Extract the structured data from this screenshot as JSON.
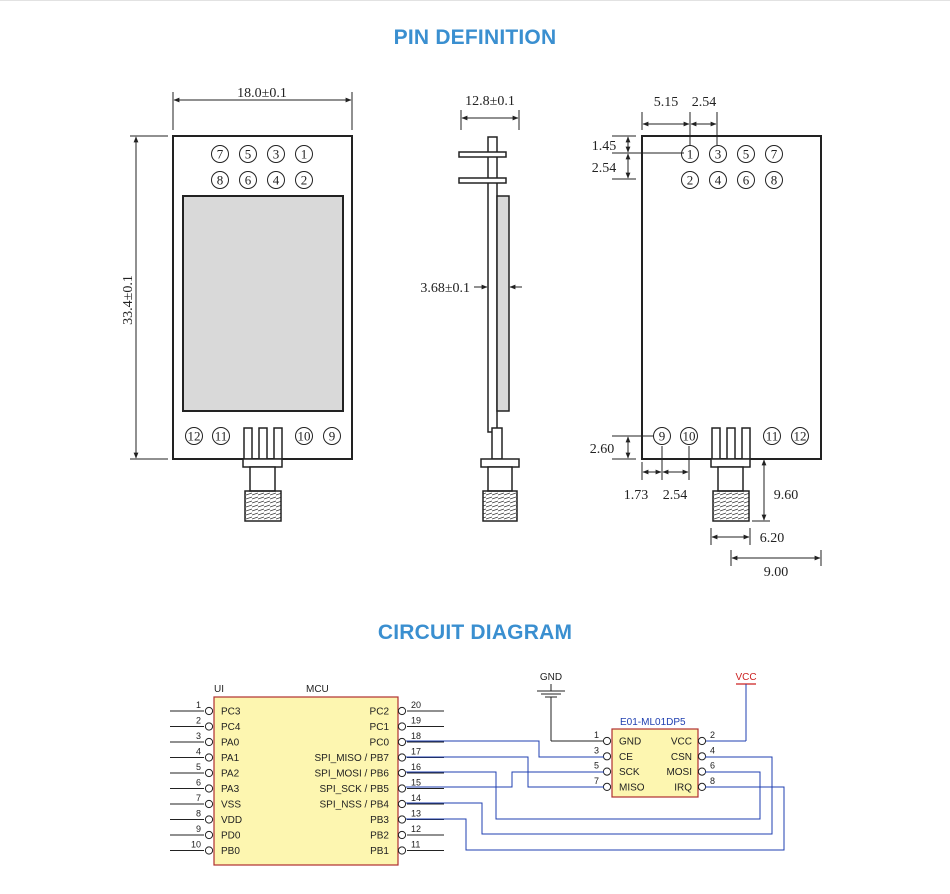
{
  "sections": {
    "pin_title": "PIN DEFINITION",
    "circuit_title": "CIRCUIT DIAGRAM"
  },
  "colors": {
    "heading": "#3a8fd0",
    "wire": "#1f3fb0",
    "chip_fill": "#fdf6b0",
    "chip_border": "#b03030",
    "vcc": "#cc2222",
    "module_label": "#1f3fb0"
  },
  "pin_definition": {
    "front": {
      "width_dim": "18.0±0.1",
      "height_dim": "33.4±0.1",
      "pins_row1": [
        "7",
        "5",
        "3",
        "1"
      ],
      "pins_row2": [
        "8",
        "6",
        "4",
        "2"
      ],
      "pins_bottom_left": [
        "12",
        "11"
      ],
      "pins_bottom_right": [
        "10",
        "9"
      ]
    },
    "side": {
      "width_dim": "12.8±0.1",
      "thickness_dim": "3.68±0.1"
    },
    "back": {
      "pitch_a": "5.15",
      "pitch_b": "2.54",
      "top_a": "1.45",
      "top_b": "2.54",
      "bottom_a": "2.60",
      "bottom_b": "1.73",
      "bottom_c": "2.54",
      "ant_height": "9.60",
      "ant_offset": "6.20",
      "ant_width": "9.00",
      "pins_row1": [
        "1",
        "3",
        "5",
        "7"
      ],
      "pins_row2": [
        "2",
        "4",
        "6",
        "8"
      ],
      "pins_bottom_left": [
        "9",
        "10"
      ],
      "pins_bottom_right": [
        "11",
        "12"
      ]
    }
  },
  "circuit": {
    "ui_label": "UI",
    "mcu_label": "MCU",
    "left_pins": [
      {
        "num": "1",
        "name": "PC3"
      },
      {
        "num": "2",
        "name": "PC4"
      },
      {
        "num": "3",
        "name": "PA0"
      },
      {
        "num": "4",
        "name": "PA1"
      },
      {
        "num": "5",
        "name": "PA2"
      },
      {
        "num": "6",
        "name": "PA3"
      },
      {
        "num": "7",
        "name": "VSS"
      },
      {
        "num": "8",
        "name": "VDD"
      },
      {
        "num": "9",
        "name": "PD0"
      },
      {
        "num": "10",
        "name": "PB0"
      }
    ],
    "right_pins": [
      {
        "num": "20",
        "name": "PC2"
      },
      {
        "num": "19",
        "name": "PC1"
      },
      {
        "num": "18",
        "name": "PC0"
      },
      {
        "num": "17",
        "name": "SPI_MISO / PB7"
      },
      {
        "num": "16",
        "name": "SPI_MOSI / PB6"
      },
      {
        "num": "15",
        "name": "SPI_SCK / PB5"
      },
      {
        "num": "14",
        "name": "SPI_NSS / PB4"
      },
      {
        "num": "13",
        "name": "PB3"
      },
      {
        "num": "12",
        "name": "PB2"
      },
      {
        "num": "11",
        "name": "PB1"
      }
    ],
    "gnd_label": "GND",
    "vcc_label": "VCC",
    "module_name": "E01-ML01DP5",
    "module_left": [
      {
        "num": "1",
        "name": "GND"
      },
      {
        "num": "3",
        "name": "CE"
      },
      {
        "num": "5",
        "name": "SCK"
      },
      {
        "num": "7",
        "name": "MISO"
      }
    ],
    "module_right": [
      {
        "num": "2",
        "name": "VCC"
      },
      {
        "num": "4",
        "name": "CSN"
      },
      {
        "num": "6",
        "name": "MOSI"
      },
      {
        "num": "8",
        "name": "IRQ"
      }
    ]
  }
}
